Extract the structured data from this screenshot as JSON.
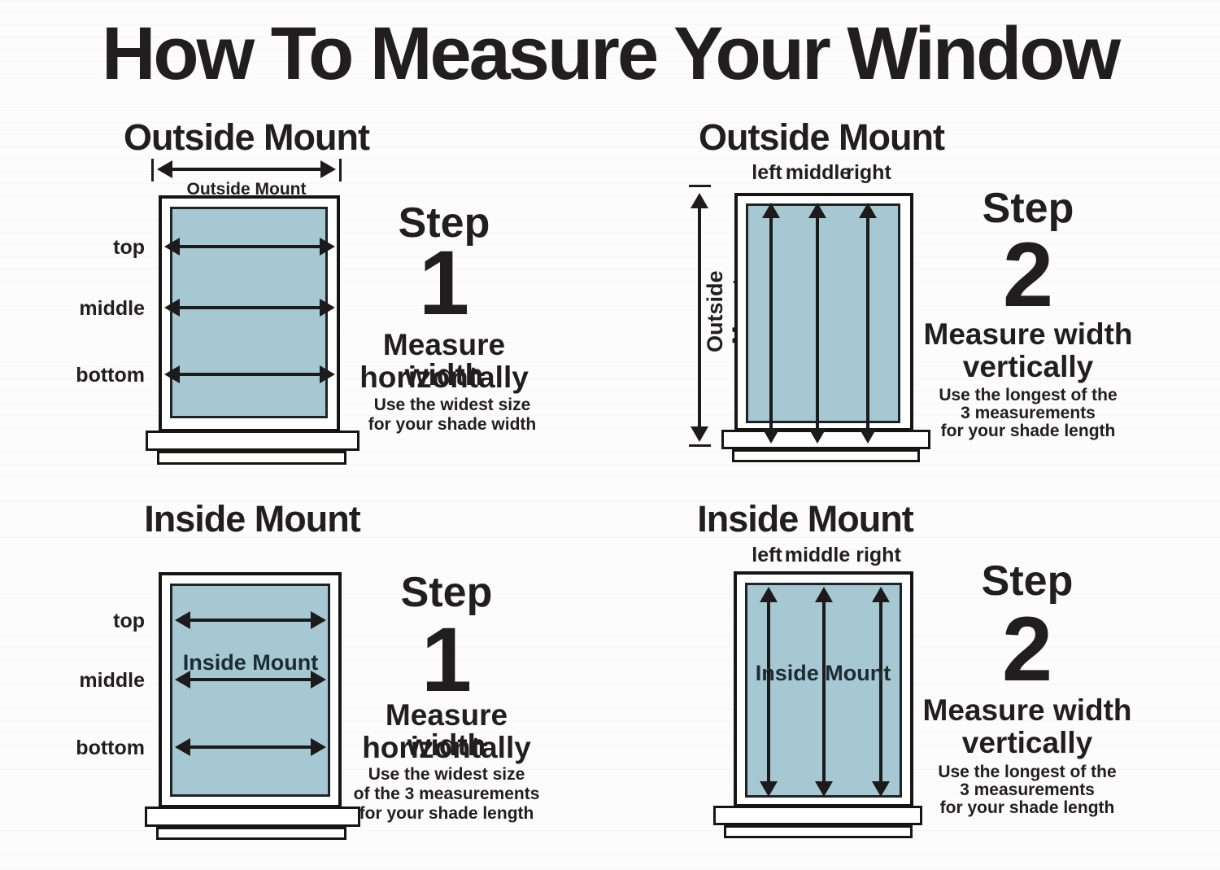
{
  "title": "How To Measure Your Window",
  "colors": {
    "glass_fill": "#a5c8d2",
    "ink": "#221e1f",
    "background": "#fcfcfc"
  },
  "quadrants": [
    {
      "heading": "Outside Mount",
      "measure_label": "Outside Mount",
      "row_labels": [
        "top",
        "middle",
        "bottom"
      ],
      "step": {
        "word": "Step",
        "number": "1",
        "title_line1": "Measure width",
        "title_line2": "horizontally",
        "note": [
          "Use the widest size",
          "for your shade width"
        ]
      }
    },
    {
      "heading": "Outside Mount",
      "measure_label": "Outside Mount",
      "col_labels": [
        "left",
        "middle",
        "right"
      ],
      "step": {
        "word": "Step",
        "number": "2",
        "title_line1": "Measure width",
        "title_line2": "vertically",
        "note": [
          "Use the longest of the",
          "3 measurements",
          "for your shade length"
        ]
      }
    },
    {
      "heading": "Inside Mount",
      "inner_label": "Inside Mount",
      "row_labels": [
        "top",
        "middle",
        "bottom"
      ],
      "step": {
        "word": "Step",
        "number": "1",
        "title_line1": "Measure width",
        "title_line2": "horizontally",
        "note": [
          "Use the widest size",
          "of the 3 measurements",
          "for your shade length"
        ]
      }
    },
    {
      "heading": "Inside Mount",
      "inner_label": "Inside Mount",
      "col_labels": [
        "left",
        "middle",
        "right"
      ],
      "step": {
        "word": "Step",
        "number": "2",
        "title_line1": "Measure width",
        "title_line2": "vertically",
        "note": [
          "Use the longest of the",
          "3 measurements",
          "for your shade length"
        ]
      }
    }
  ]
}
